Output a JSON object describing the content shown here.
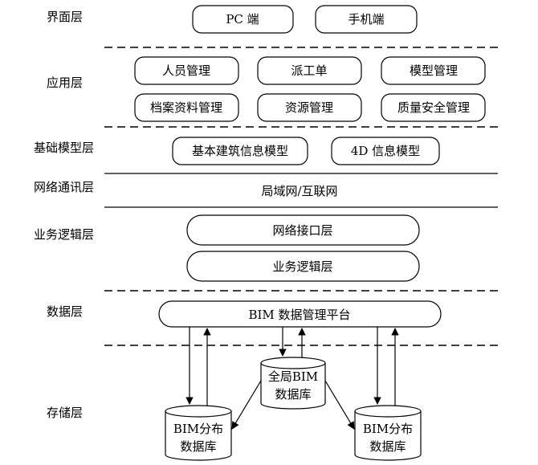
{
  "layers": {
    "ui": "界面层",
    "app": "应用层",
    "base": "基础模型层",
    "network": "网络通讯层",
    "logic": "业务逻辑层",
    "data": "数据层",
    "storage": "存储层"
  },
  "ui_boxes": [
    "PC 端",
    "手机端"
  ],
  "app_boxes": [
    "人员管理",
    "派工单",
    "模型管理",
    "档案资料管理",
    "资源管理",
    "质量安全管理"
  ],
  "base_boxes": [
    "基本建筑信息模型",
    "4D 信息模型"
  ],
  "network_text": "局域网/互联网",
  "logic_boxes": [
    "网络接口层",
    "业务逻辑层"
  ],
  "data_platform": "BIM 数据管理平台",
  "databases": {
    "global": [
      "全局BIM",
      "数据库"
    ],
    "left": [
      "BIM分布",
      "数据库"
    ],
    "right": [
      "BIM分布",
      "数据库"
    ]
  }
}
